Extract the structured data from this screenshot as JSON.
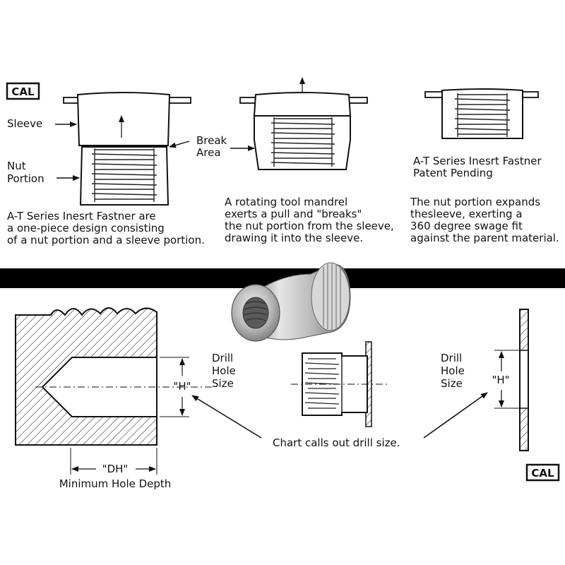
{
  "logo": {
    "text": "CAL"
  },
  "panel1": {
    "sleeve_label": "Sleeve",
    "nut_label_line1": "Nut",
    "nut_label_line2": "Portion",
    "caption": [
      "A-T Series Inesrt Fastner are",
      "a one-piece design consisting",
      "of a nut portion and a sleeve portion."
    ]
  },
  "panel2": {
    "break_label_line1": "Break",
    "break_label_line2": "Area",
    "caption": [
      "A rotating tool mandrel",
      "exerts a pull and \"breaks\"",
      "the nut portion from the sleeve,",
      "drawing it into the sleeve."
    ]
  },
  "panel3": {
    "title_line1": "A-T Series Inesrt Fastner",
    "title_line2": "Patent Pending",
    "caption": [
      "The nut portion expands",
      "thesleeve, exerting a",
      "360 degree swage fit",
      "against the parent material."
    ]
  },
  "bottom": {
    "drill_left": [
      "Drill",
      "Hole",
      "Size"
    ],
    "drill_right": [
      "Drill",
      "Hole",
      "Size"
    ],
    "h_left": "\"H\"",
    "h_right": "\"H\"",
    "dh_label": "\"DH\"",
    "dh_caption": "Minimum Hole Depth",
    "chart_callout": "Chart calls out drill size."
  }
}
